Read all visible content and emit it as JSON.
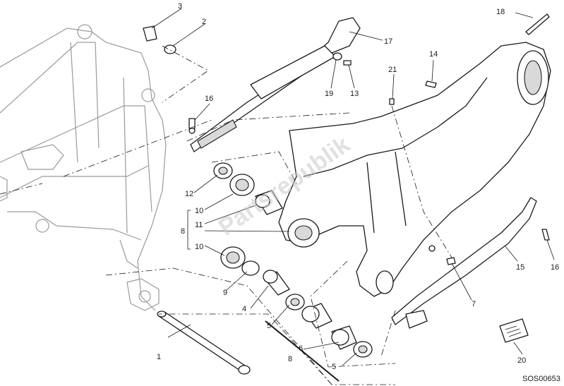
{
  "diagram": {
    "drawing_code": "SOS00653",
    "watermark": "Partsrepublik",
    "callouts": [
      "1",
      "2",
      "3",
      "4",
      "5",
      "5",
      "6",
      "7",
      "8",
      "8",
      "9",
      "10",
      "10",
      "11",
      "12",
      "13",
      "14",
      "15",
      "16",
      "16",
      "17",
      "18",
      "19",
      "20",
      "21"
    ]
  }
}
